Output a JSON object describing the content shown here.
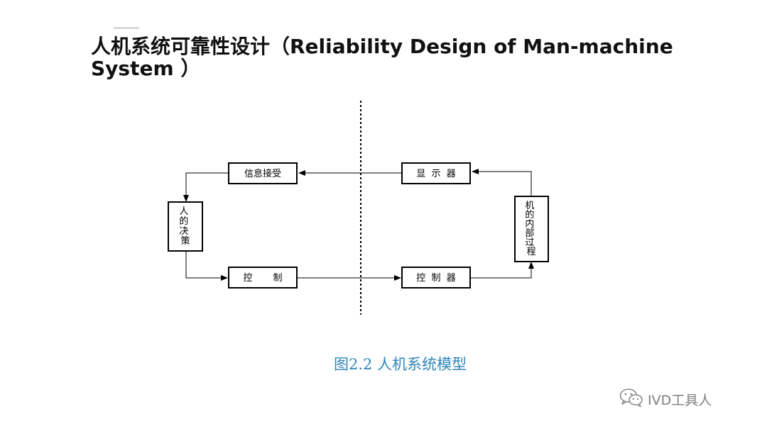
{
  "slide": {
    "title": "人机系统可靠性设计（Reliability Design of  Man-machine System ）",
    "caption": "图2.2 人机系统模型"
  },
  "diagram": {
    "nodes": {
      "info_receive": "信息接受",
      "human_decision": [
        "人",
        "的",
        "决",
        "策"
      ],
      "control": "控       制",
      "display": "显  示  器",
      "controller": "控  制  器",
      "machine_process": [
        "机",
        "的",
        "内",
        "部",
        "过",
        "程"
      ]
    },
    "edges": [
      {
        "from": "display",
        "to": "info_receive"
      },
      {
        "from": "info_receive",
        "to": "human_decision"
      },
      {
        "from": "human_decision",
        "to": "control"
      },
      {
        "from": "control",
        "to": "controller"
      },
      {
        "from": "controller",
        "to": "machine_process"
      },
      {
        "from": "machine_process",
        "to": "display"
      }
    ]
  },
  "watermark": {
    "text": "IVD工具人",
    "icon": "wechat-icon"
  }
}
